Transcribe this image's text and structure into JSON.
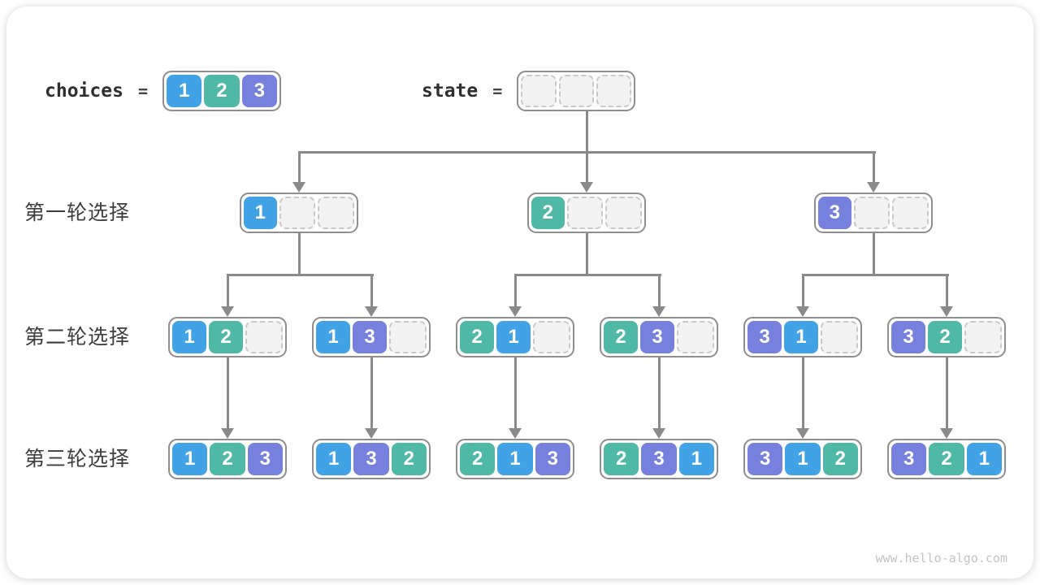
{
  "header": {
    "choices_label": "choices",
    "state_label": "state",
    "equals_sign": "=",
    "choices_values": [
      1,
      2,
      3
    ],
    "state_values": [
      null,
      null,
      null
    ]
  },
  "rows": [
    {
      "label": "第一轮选择",
      "nodes": [
        [
          1,
          null,
          null
        ],
        [
          2,
          null,
          null
        ],
        [
          3,
          null,
          null
        ]
      ]
    },
    {
      "label": "第二轮选择",
      "nodes": [
        [
          1,
          2,
          null
        ],
        [
          1,
          3,
          null
        ],
        [
          2,
          1,
          null
        ],
        [
          2,
          3,
          null
        ],
        [
          3,
          1,
          null
        ],
        [
          3,
          2,
          null
        ]
      ]
    },
    {
      "label": "第三轮选择",
      "nodes": [
        [
          1,
          2,
          3
        ],
        [
          1,
          3,
          2
        ],
        [
          2,
          1,
          3
        ],
        [
          2,
          3,
          1
        ],
        [
          3,
          1,
          2
        ],
        [
          3,
          2,
          1
        ]
      ]
    }
  ],
  "colors": {
    "values": {
      "1": "#41a3e5",
      "2": "#4fb8a6",
      "3": "#7681de"
    },
    "empty_fill": "#f2f2f2",
    "empty_border": "#c9c9c9",
    "node_border": "#8e8e8e",
    "line": "#8a8a8a",
    "text_dark": "#2f2f2f",
    "cell_text": "#ffffff",
    "watermark": "#c4c4c4"
  },
  "footer": {
    "watermark": "www.hello-algo.com"
  }
}
